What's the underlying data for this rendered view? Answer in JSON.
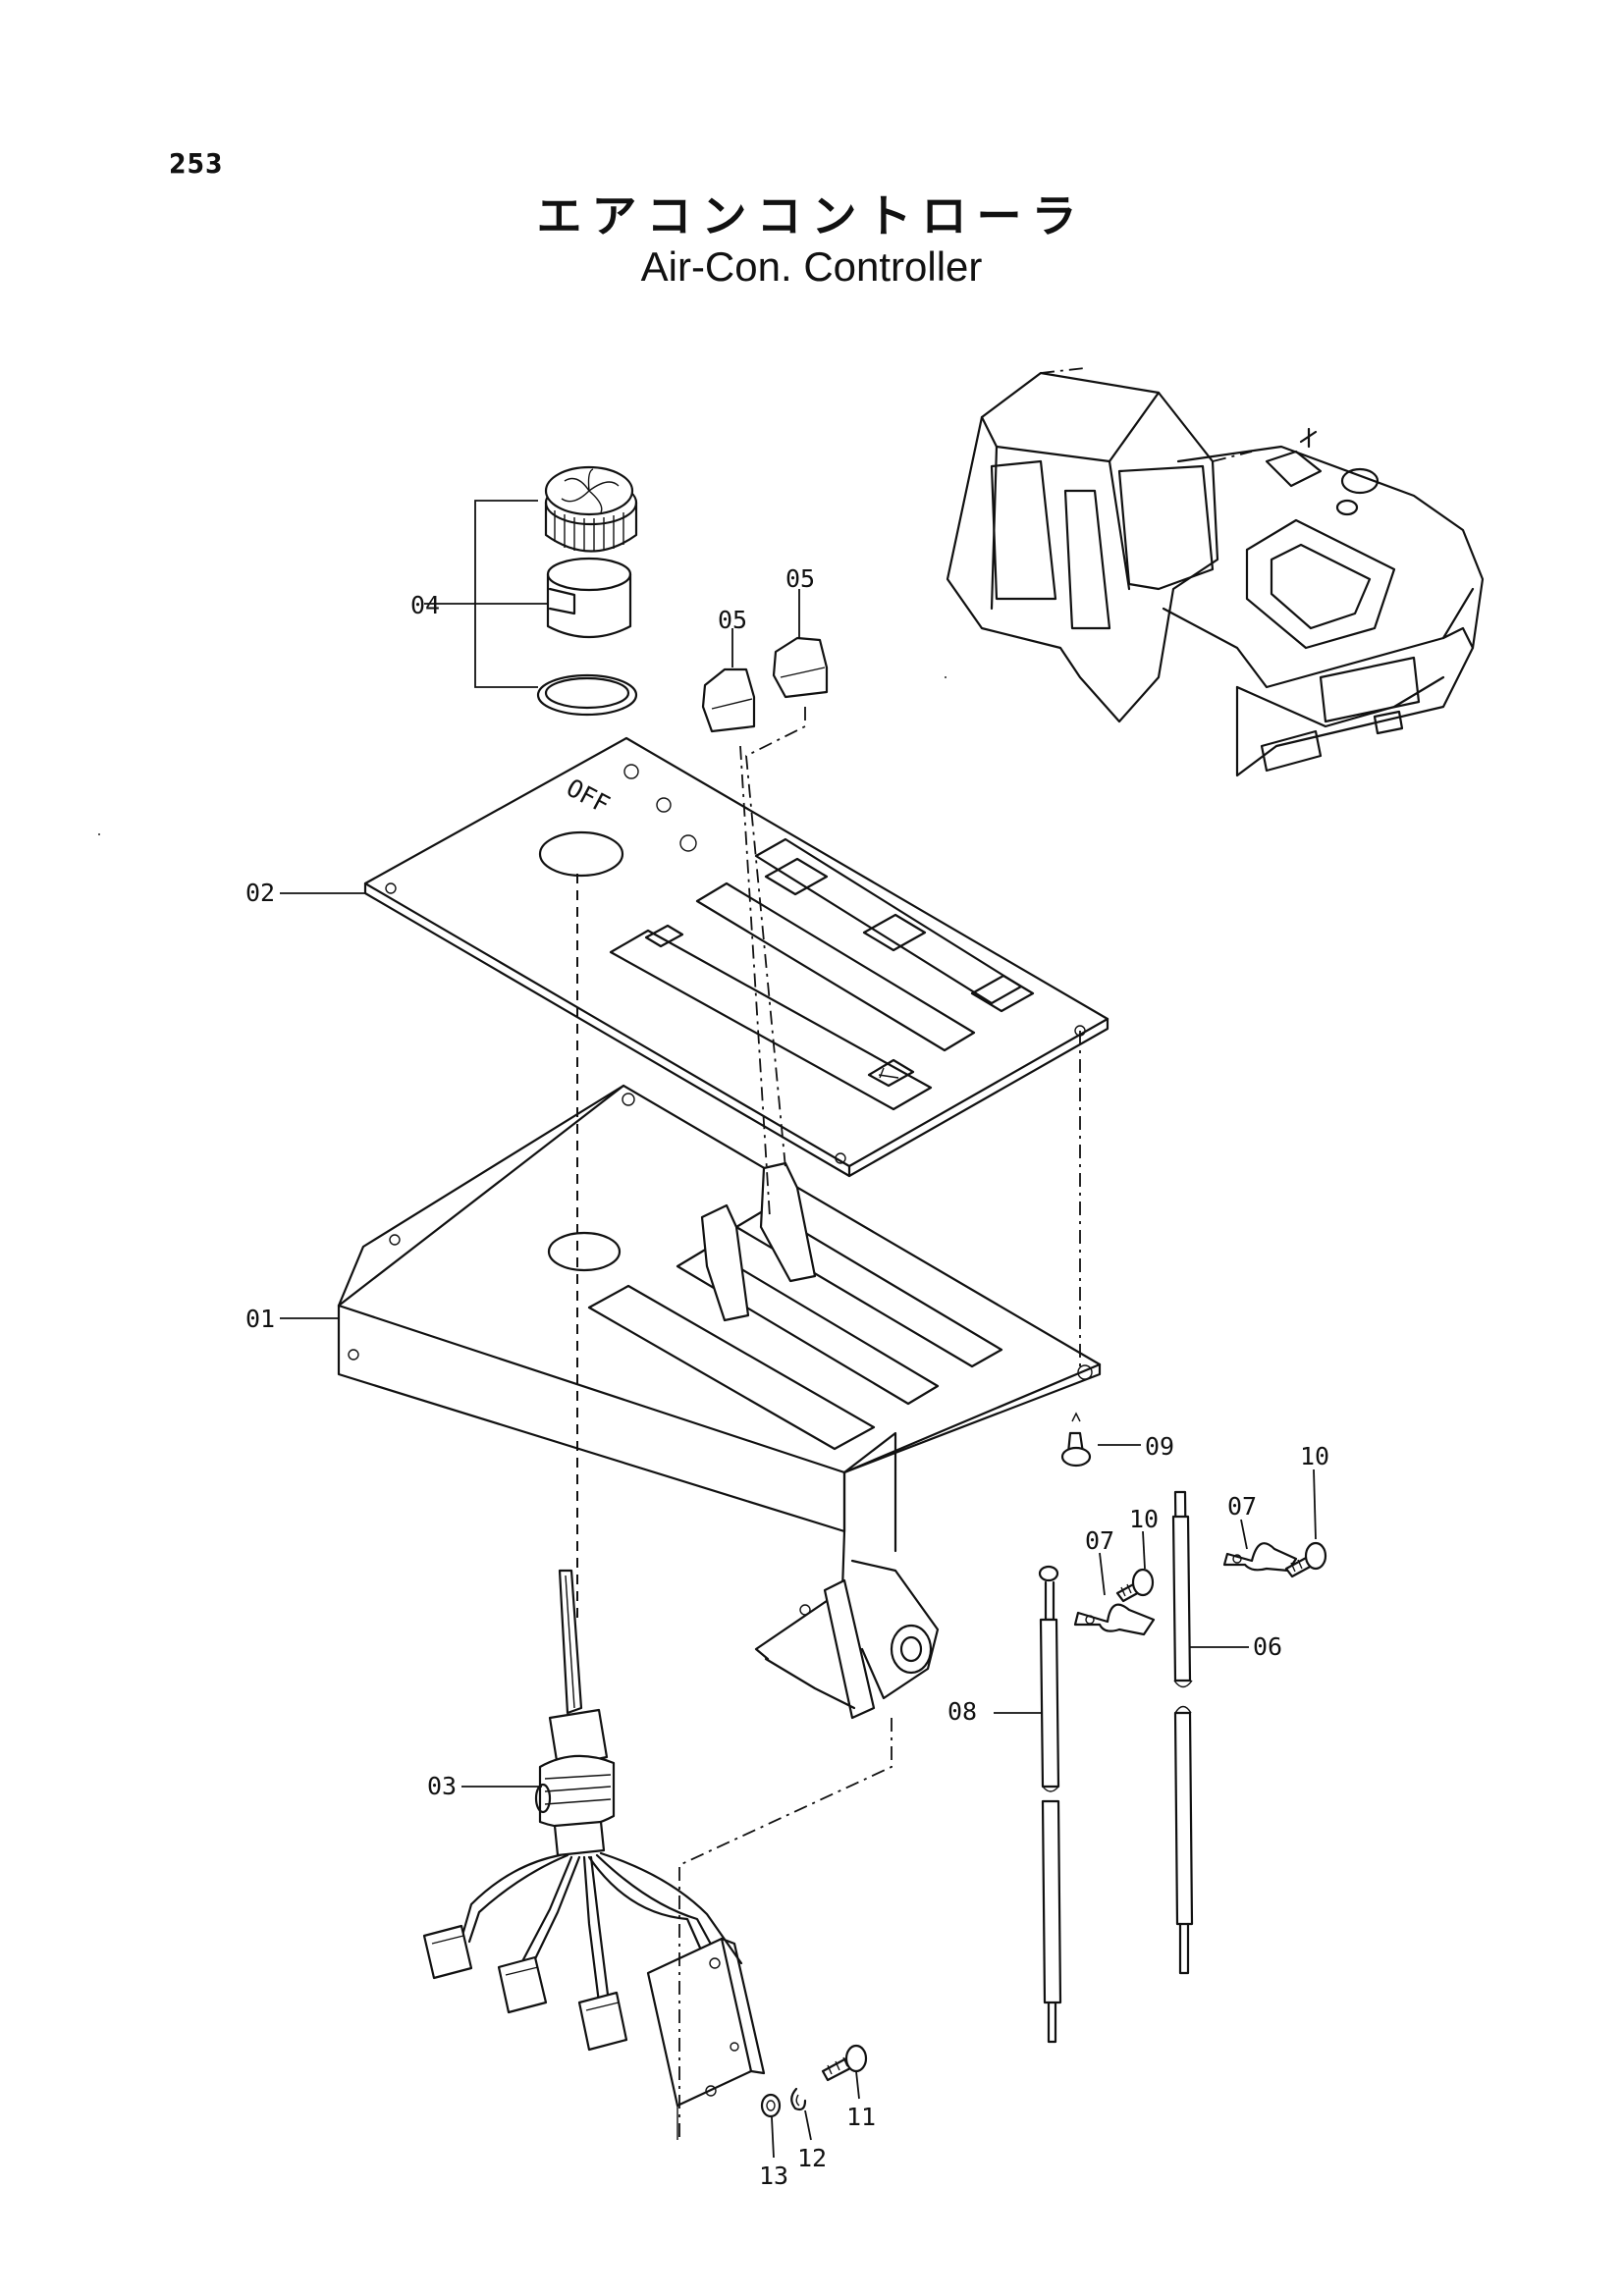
{
  "page_number": "253",
  "title_jp": "エアコンコントローラ",
  "title_en": "Air-Con. Controller",
  "panel_marking": "OFF",
  "callouts": [
    {
      "id": "01",
      "label": "01"
    },
    {
      "id": "02",
      "label": "02"
    },
    {
      "id": "03",
      "label": "03"
    },
    {
      "id": "04",
      "label": "04"
    },
    {
      "id": "05a",
      "label": "05"
    },
    {
      "id": "05b",
      "label": "05"
    },
    {
      "id": "06",
      "label": "06"
    },
    {
      "id": "07a",
      "label": "07"
    },
    {
      "id": "07b",
      "label": "07"
    },
    {
      "id": "08",
      "label": "08"
    },
    {
      "id": "09",
      "label": "09"
    },
    {
      "id": "10a",
      "label": "10"
    },
    {
      "id": "10b",
      "label": "10"
    },
    {
      "id": "11",
      "label": "11"
    },
    {
      "id": "12",
      "label": "12"
    },
    {
      "id": "13",
      "label": "13"
    }
  ]
}
